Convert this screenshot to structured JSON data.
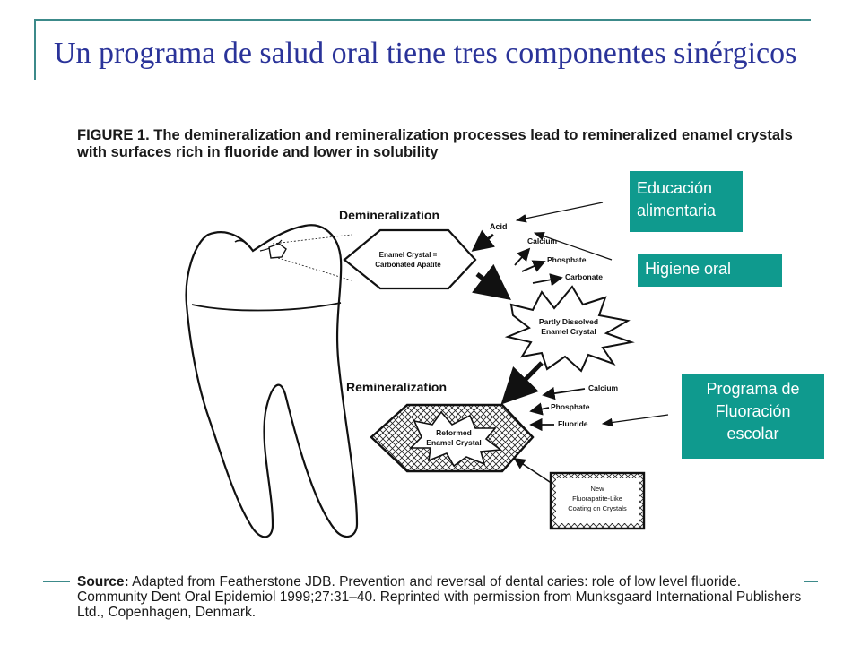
{
  "slide": {
    "title": "Un programa de salud oral tiene tres componentes sinérgicos",
    "accent_color": "#3c8a8a",
    "title_color": "#2a3399"
  },
  "figure": {
    "caption_label": "FIGURE 1.",
    "caption_text": "The demineralization and remineralization processes lead to remineralized enamel crystals with surfaces rich in fluoride and lower in solubility",
    "demineralization": {
      "heading": "Demineralization",
      "crystal_line1": "Enamel Crystal =",
      "crystal_line2": "Carbonated Apatite",
      "acid": "Acid",
      "calcium": "Calcium",
      "phosphate": "Phosphate",
      "carbonate": "Carbonate"
    },
    "partly_dissolved_line1": "Partly Dissolved",
    "partly_dissolved_line2": "Enamel Crystal",
    "remineralization": {
      "heading": "Remineralization",
      "calcium": "Calcium",
      "phosphate": "Phosphate",
      "fluoride": "Fluoride",
      "reformed_line1": "Reformed",
      "reformed_line2": "Enamel Crystal",
      "coating_line1": "New",
      "coating_line2": "Fluorapatite-Like",
      "coating_line3": "Coating on Crystals"
    },
    "source_label": "Source:",
    "source_text": "Adapted from Featherstone JDB. Prevention and reversal of dental caries: role of low level fluoride. Community Dent Oral Epidemiol 1999;27:31–40. Reprinted with permission from Munksgaard International Publishers Ltd., Copenhagen, Denmark."
  },
  "callouts": {
    "diet_line1": "Educación",
    "diet_line2": "alimentaria",
    "hygiene": "Higiene oral",
    "fluoride_line1": "Programa de",
    "fluoride_line2": "Fluoración",
    "fluoride_line3": "escolar",
    "color": "#0f9a8e"
  }
}
